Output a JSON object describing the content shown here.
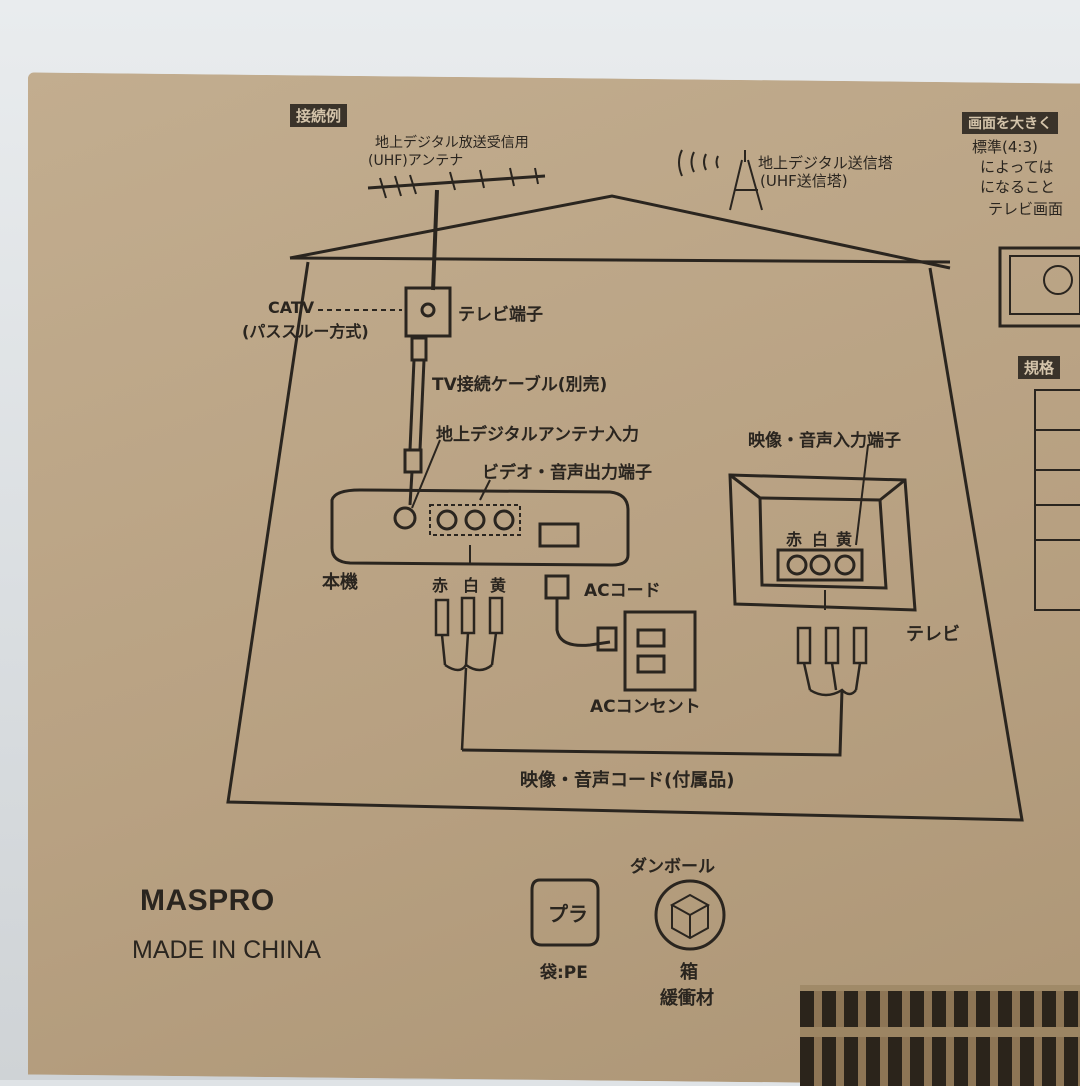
{
  "diagram": {
    "header": "接続例",
    "antenna": "地上デジタル放送受信用\n(UHF)アンテナ",
    "antenna_line1": "地上デジタル放送受信用",
    "antenna_line2": "(UHF)アンテナ",
    "tower_line1": "地上デジタル送信塔",
    "tower_line2": "(UHF送信塔)",
    "catv_line1": "CATV",
    "catv_line2": "(パススルー方式)",
    "tv_terminal": "テレビ端子",
    "tv_cable": "TV接続ケーブル(別売)",
    "digital_input": "地上デジタルアンテナ入力",
    "video_audio_out": "ビデオ・音声出力端子",
    "video_audio_in": "映像・音声入力端子",
    "unit": "本機",
    "red": "赤",
    "white": "白",
    "yellow": "黄",
    "ac_cord": "ACコード",
    "ac_outlet": "ACコンセント",
    "tv": "テレビ",
    "av_cord": "映像・音声コード(付属品)"
  },
  "side_panel": {
    "header": "画面を大きく",
    "line1": "標準(4:3)",
    "line2": "によっては",
    "line3": "になること",
    "line4": "テレビ画面",
    "spec_header": "規格"
  },
  "footer": {
    "brand": "MASPRO",
    "origin": "MADE IN CHINA",
    "pla_mark": "プラ",
    "pla_caption": "袋:PE",
    "cardboard_title": "ダンボール",
    "cardboard_caption1": "箱",
    "cardboard_caption2": "緩衝材"
  },
  "colors": {
    "cardboard": "#b9a385",
    "ink": "#2a251f"
  }
}
